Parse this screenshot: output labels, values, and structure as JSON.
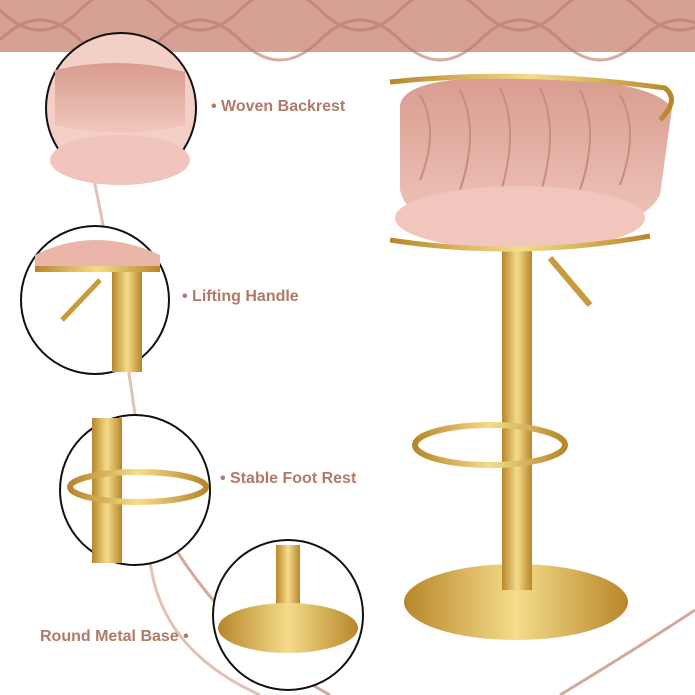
{
  "labels": {
    "backrest": "• Woven Backrest",
    "handle": "• Lifting Handle",
    "footrest": "• Stable Foot Rest",
    "base": "Round Metal Base •"
  },
  "colors": {
    "label": "#b07a6a",
    "velvet": "#e8b5aa",
    "gold": "#d9b24a"
  }
}
